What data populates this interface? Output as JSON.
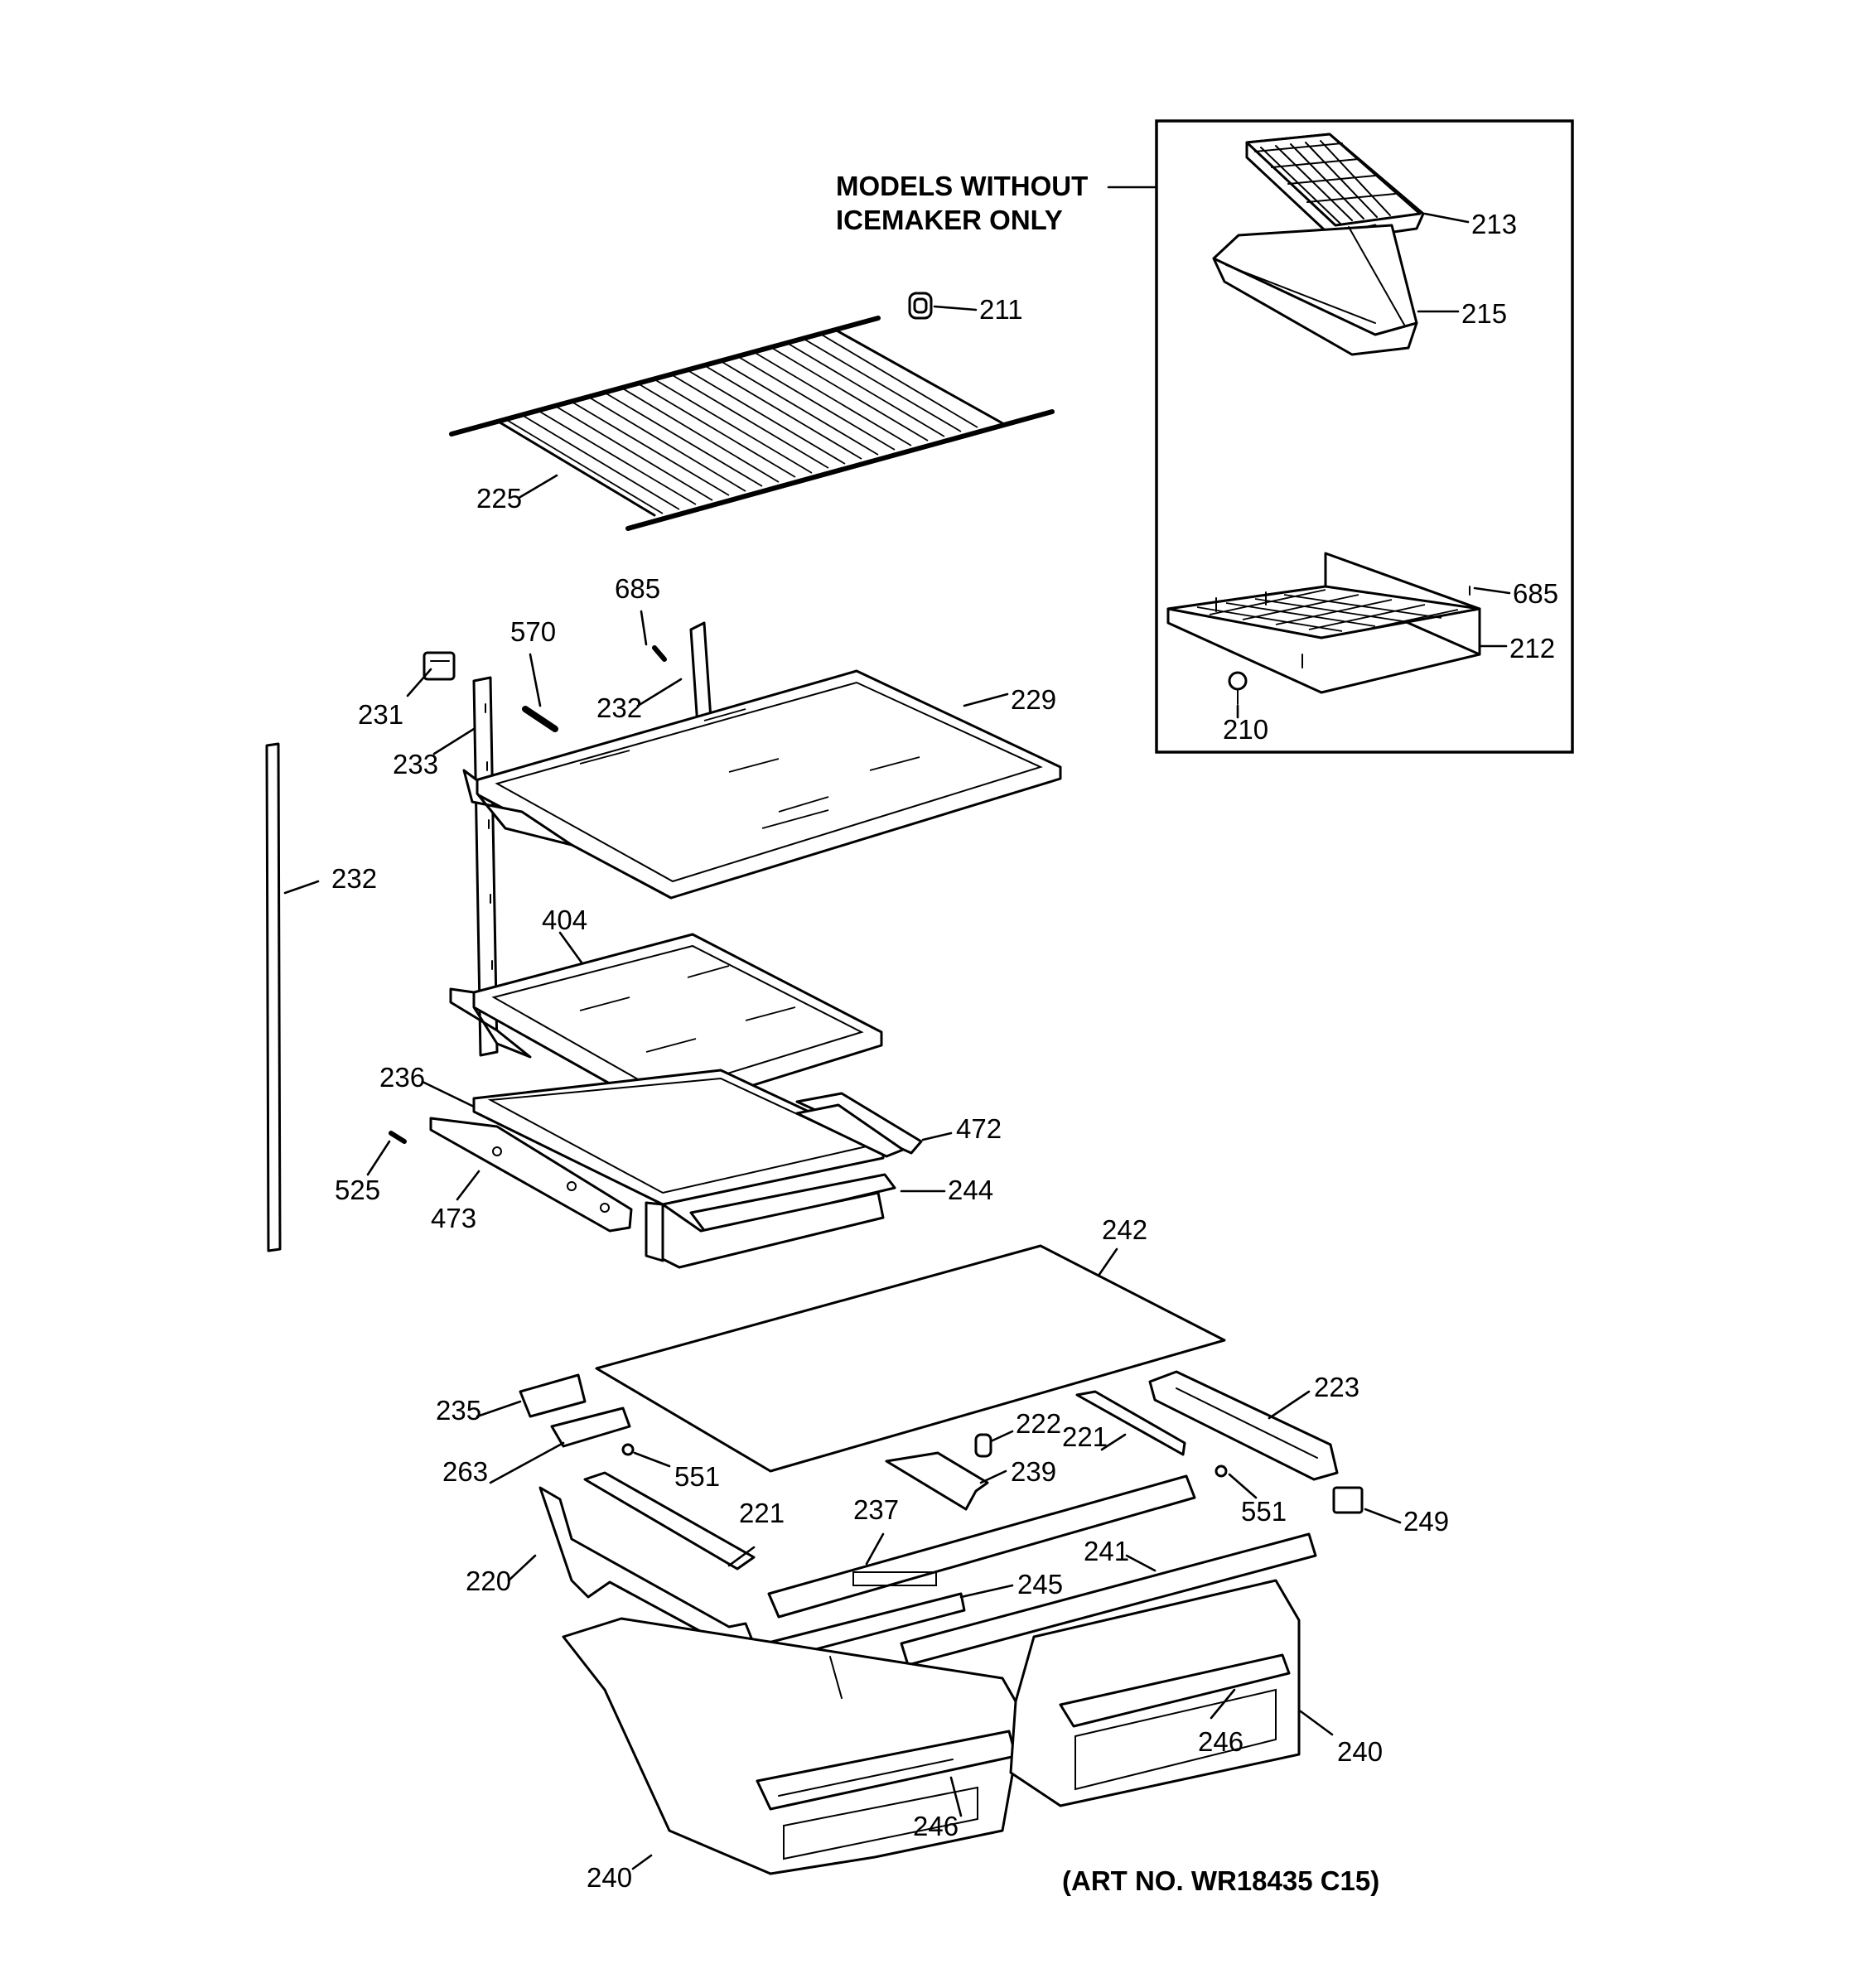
{
  "inset_title_line1": "MODELS WITHOUT",
  "inset_title_line2": "ICEMAKER ONLY",
  "art_number": "(ART NO. WR18435 C15)",
  "callouts": {
    "c211": "211",
    "c225": "225",
    "c685a": "685",
    "c570": "570",
    "c231": "231",
    "c232a": "232",
    "c229": "229",
    "c233": "233",
    "c232b": "232",
    "c404": "404",
    "c236": "236",
    "c472": "472",
    "c525": "525",
    "c473": "473",
    "c244": "244",
    "c242": "242",
    "c235": "235",
    "c223": "223",
    "c222": "222",
    "c221a": "221",
    "c263": "263",
    "c551a": "551",
    "c239": "239",
    "c551b": "551",
    "c249": "249",
    "c221b": "221",
    "c237": "237",
    "c241": "241",
    "c220": "220",
    "c245": "245",
    "c246a": "246",
    "c240a": "240",
    "c246b": "246",
    "c240b": "240",
    "c213": "213",
    "c215": "215",
    "c685b": "685",
    "c212": "212",
    "c210": "210"
  }
}
